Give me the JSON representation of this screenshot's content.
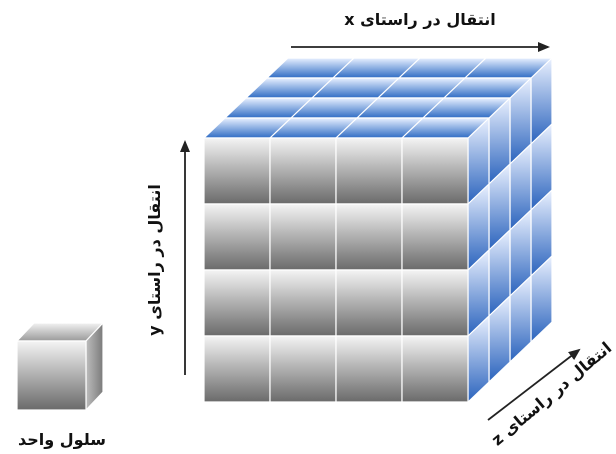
{
  "labels": {
    "x_translation": "انتقال در راستای x",
    "y_translation": "انتقال در راستای y",
    "z_translation": "انتقال در راستای z",
    "unit_cell": "سلول واحد"
  },
  "lattice": {
    "nx": 4,
    "ny": 4,
    "nz": 4
  },
  "colors": {
    "front_light": "#f4f4f4",
    "front_dark": "#6a6a6a",
    "top_light": "#e8f0ff",
    "top_dark": "#2f6cc4",
    "side_light": "#eaf1ff",
    "side_dark": "#2a63bd",
    "arrow": "#222222"
  }
}
